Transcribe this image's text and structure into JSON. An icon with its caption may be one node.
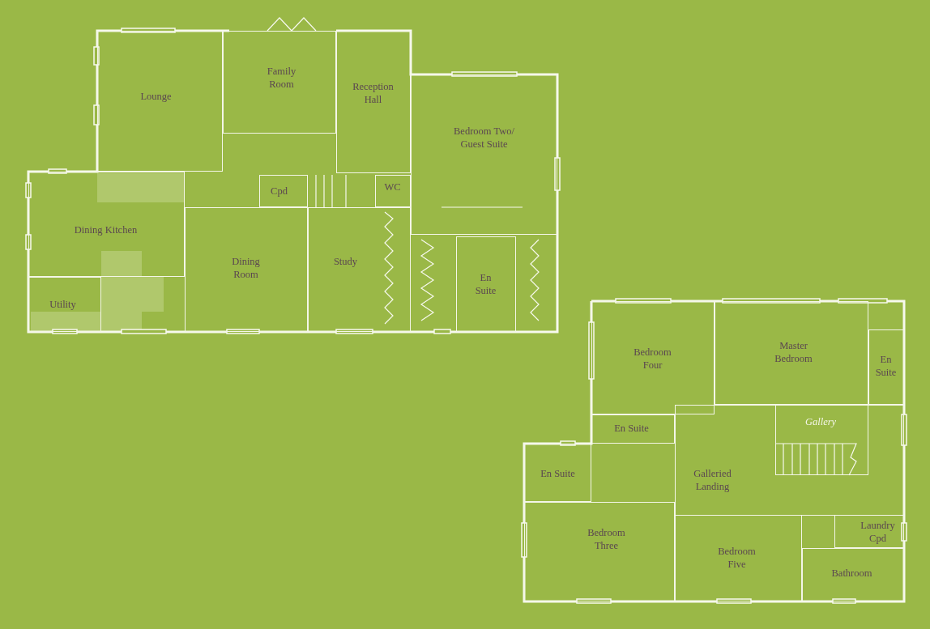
{
  "diagram": {
    "nodes": [
      {
        "text": [
          "Lounge"
        ]
      },
      {
        "text": [
          "Family Room"
        ]
      },
      {
        "text": [
          "Reception Hall"
        ]
      },
      {
        "text": [
          "Bedroom Two/ Guest Suite"
        ]
      },
      {
        "text": [
          "Cpd"
        ]
      },
      {
        "text": [
          "WC"
        ]
      },
      {
        "text": [
          "Dining Kitchen"
        ]
      },
      {
        "text": [
          "Utility"
        ]
      },
      {
        "text": [
          "Dining Room"
        ]
      },
      {
        "text": [
          "Study"
        ]
      },
      {
        "text": [
          "En Suite"
        ]
      },
      {
        "text": [
          "Bedroom Four"
        ]
      },
      {
        "text": [
          "Master Bedroom"
        ]
      },
      {
        "text": [
          "En Suite"
        ]
      },
      {
        "text": [
          "En Suite"
        ]
      },
      {
        "text": [
          "Galleried Landing"
        ]
      },
      {
        "text": [
          "Gallery"
        ],
        "in": 15
      },
      {
        "text": [
          "En Suite"
        ]
      },
      {
        "text": [
          "Bedroom Three"
        ]
      },
      {
        "text": [
          "Laundry Cpd"
        ]
      },
      {
        "text": [
          "Bedroom Five"
        ]
      },
      {
        "text": [
          "Bathroom"
        ]
      }
    ]
  }
}
